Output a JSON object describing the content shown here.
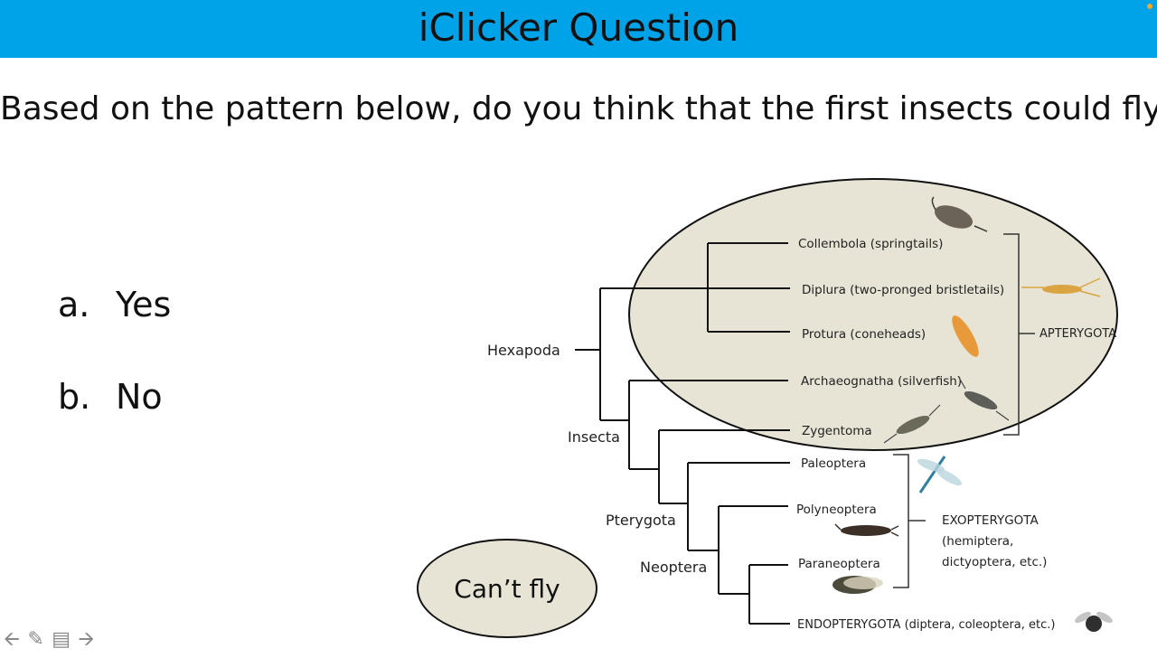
{
  "header": {
    "title": "iClicker Question"
  },
  "question": "Based on the pattern below, do you think that the first insects could fly?",
  "options": [
    {
      "letter": "a.",
      "text": "Yes"
    },
    {
      "letter": "b.",
      "text": "No"
    }
  ],
  "callout": {
    "label": "Can’t fly"
  },
  "tree": {
    "taxa": [
      "Collembola (springtails)",
      "Diplura (two-pronged bristletails)",
      "Protura (coneheads)",
      "Archaeognatha (silverfish)",
      "Zygentoma",
      "Paleoptera",
      "Polyneoptera",
      "Paraneoptera",
      "ENDOPTERYGOTA (diptera, coleoptera, etc.)"
    ],
    "clades": {
      "hexapoda": "Hexapoda",
      "insecta": "Insecta",
      "pterygota": "Pterygota",
      "neoptera": "Neoptera"
    },
    "groups": {
      "apterygota": "APTERYGOTA",
      "exopterygota_lines": [
        "EXOPTERYGOTA",
        "(hemiptera,",
        "dictyoptera, etc.)"
      ]
    }
  },
  "colors": {
    "header_bg": "#00a3e8",
    "highlight_fill": "#e7e4d6",
    "callout_fill": "#e7e4d6"
  },
  "nav": {
    "icons": [
      "back-arrow-icon",
      "pen-icon",
      "notes-icon",
      "forward-arrow-icon"
    ]
  }
}
